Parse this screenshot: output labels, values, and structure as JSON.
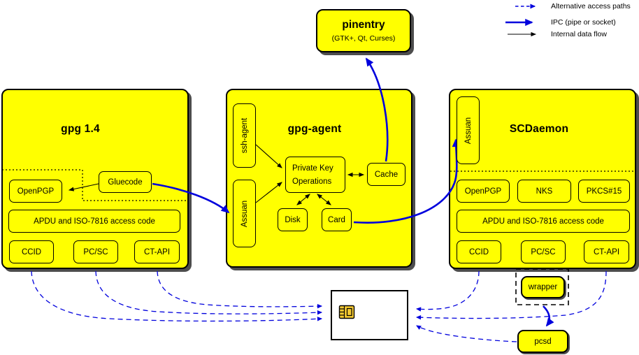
{
  "legend": {
    "alternative": "Alternative access paths",
    "ipc": "IPC (pipe or socket)",
    "internal": "Internal data flow"
  },
  "pinentry": {
    "title": "pinentry",
    "subtitle": "(GTK+, Qt, Curses)"
  },
  "gpg14": {
    "title": "gpg 1.4",
    "openpgp": "OpenPGP",
    "gluecode": "Gluecode",
    "apdu": "APDU and ISO-7816 access code",
    "ccid": "CCID",
    "pcsc": "PC/SC",
    "ctapi": "CT-API"
  },
  "gpg_agent": {
    "title": "gpg-agent",
    "ssh_agent": "ssh-agent",
    "assuan": "Assuan",
    "private_key_line1": "Private Key",
    "private_key_line2": "Operations",
    "cache": "Cache",
    "disk": "Disk",
    "card": "Card"
  },
  "scdaemon": {
    "title": "SCDaemon",
    "assuan": "Assuan",
    "openpgp": "OpenPGP",
    "nks": "NKS",
    "pkcs15": "PKCS#15",
    "apdu": "APDU and ISO-7816 access code",
    "ccid": "CCID",
    "pcsc": "PC/SC",
    "ctapi": "CT-API",
    "wrapper": "wrapper"
  },
  "pcscd": {
    "label": "pcsd"
  },
  "colors": {
    "module_fill": "#ffff00",
    "connector_blue": "#0000dd",
    "internal_black": "#000000",
    "shadow_gray": "#4d4d4d",
    "chip_gold": "#f5ca32"
  }
}
